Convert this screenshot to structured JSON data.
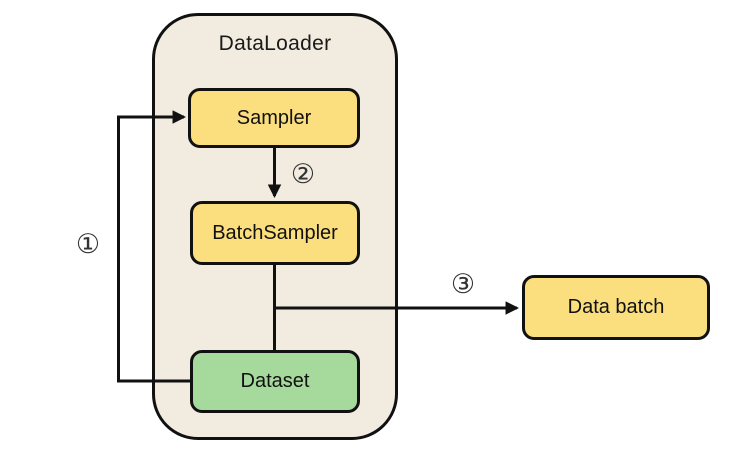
{
  "diagram": {
    "title": "DataLoader",
    "nodes": {
      "sampler": {
        "label": "Sampler",
        "fill": "#FBDE7D"
      },
      "batch_sampler": {
        "label": "BatchSampler",
        "fill": "#FBDE7D"
      },
      "dataset": {
        "label": "Dataset",
        "fill": "#A6D99C"
      },
      "data_batch": {
        "label": "Data batch",
        "fill": "#FBDE7D"
      }
    },
    "steps": {
      "step1": {
        "label": "①",
        "edge": "Dataset to Sampler"
      },
      "step2": {
        "label": "②",
        "edge": "Sampler to BatchSampler"
      },
      "step3": {
        "label": "③",
        "edge": "BatchSampler to Data batch"
      }
    },
    "colors": {
      "container_background": "#F1EBE0",
      "outline": "#111111",
      "node_yellow": "#FBDE7D",
      "node_green": "#A6D99C",
      "page_background": "#FFFFFF"
    }
  }
}
